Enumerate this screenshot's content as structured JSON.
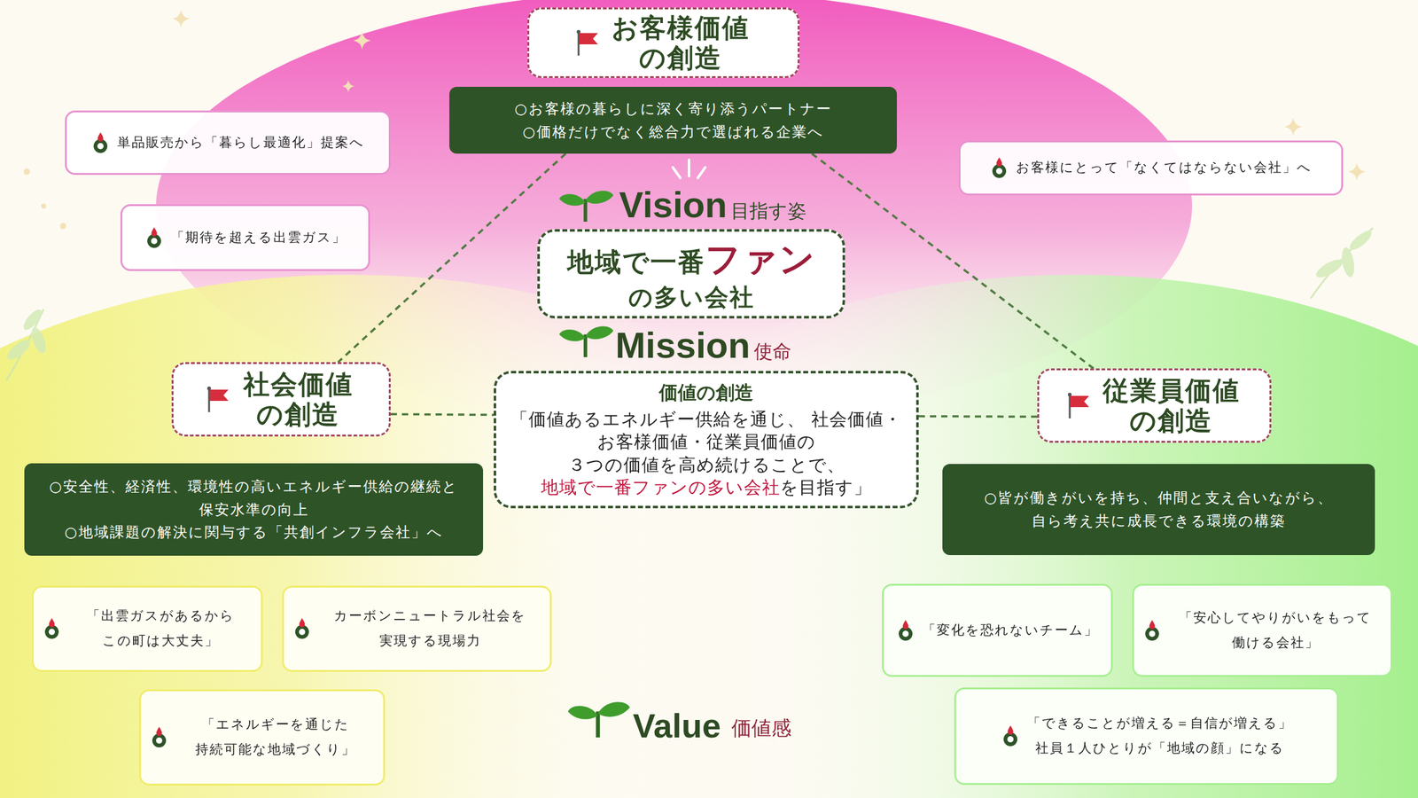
{
  "diagram": {
    "nodes": [
      {
        "text": [
          "お客様価値 の創造"
        ]
      },
      {
        "text": [
          "○お客様の暮らしに深く寄り添うパートナー",
          "○価格だけでなく総合力で選ばれる企業へ"
        ]
      },
      {
        "text": [
          "単品販売から「暮らし最適化」提案へ"
        ]
      },
      {
        "text": [
          "「期待を超える出雲ガス」"
        ]
      },
      {
        "text": [
          "お客様にとって「なくてはならない会社」へ"
        ]
      },
      {
        "text": [
          "Vision",
          "目指す姿",
          "地域で一番",
          "ファン",
          "の多い会社"
        ]
      },
      {
        "text": [
          "Mission",
          "使命",
          "価値の創造",
          "「価値あるエネルギー供給を通じ、 社会価値・お客様価値・従業員価値の ３つの価値を高め続けることで、",
          "地域で一番ファンの多い会社",
          "を目指す」"
        ]
      },
      {
        "text": [
          "社会価値 の創造"
        ]
      },
      {
        "text": [
          "従業員価値 の創造"
        ]
      },
      {
        "text": [
          "○安全性、経済性、環境性の高いエネルギー供給の継続と 保安水準の向上",
          "○地域課題の解決に関与する「共創インフラ会社」へ"
        ]
      },
      {
        "text": [
          "○皆が働きがいを持ち、仲間と支え合いながら、 自ら考え共に成長できる環境の構築"
        ]
      },
      {
        "text": [
          "「出雲ガスがあるから この町は大丈夫」"
        ]
      },
      {
        "text": [
          "カーボンニュートラル社会を 実現する現場力"
        ]
      },
      {
        "text": [
          "「エネルギーを通じた 持続可能な地域づくり」"
        ]
      },
      {
        "text": [
          "「変化を恐れないチーム」"
        ]
      },
      {
        "text": [
          "「安心してやりがいをもって 働ける会社」"
        ]
      },
      {
        "text": [
          "「できることが増える＝自信が増える」",
          "社員１人ひとりが「地域の顔」になる"
        ]
      }
    ],
    "edges": [
      {
        "from": 1,
        "to": 7,
        "arrow": "none"
      },
      {
        "from": 1,
        "to": 8,
        "arrow": "none"
      },
      {
        "from": 7,
        "to": 6,
        "arrow": "none"
      },
      {
        "from": 6,
        "to": 8,
        "arrow": "none"
      }
    ],
    "labels": [
      "Value",
      "価値感"
    ]
  }
}
